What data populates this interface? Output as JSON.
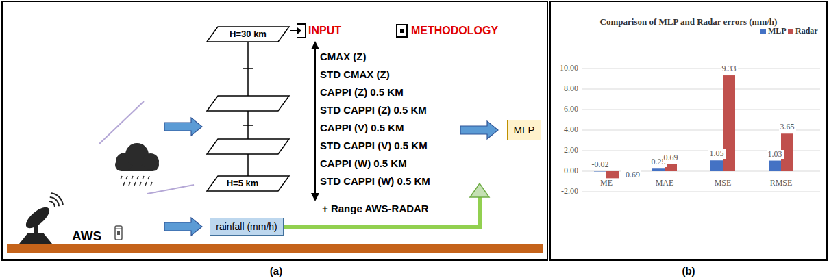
{
  "diagram": {
    "nodes": [
      {
        "text": [
          "rainfall (mm/h)"
        ]
      },
      {
        "text": [
          "MLP"
        ]
      }
    ],
    "labels": [
      "INPUT",
      "METHODOLOGY",
      "H=30 km",
      "H=5 km",
      "CMAX (Z)",
      "STD CMAX (Z)",
      "CAPPI (Z) 0.5 KM",
      "STD CAPPI (Z) 0.5 KM",
      "CAPPI (V) 0.5 KM",
      "STD CAPPI (V) 0.5 KM",
      "CAPPI (W) 0.5 KM",
      "STD CAPPI (W) 0.5 KM",
      "+ Range AWS-RADAR",
      "AWS",
      "(a)",
      "Comparison of MLP and Radar errors (mm/h)",
      "10.00",
      "8.00",
      "6.00",
      "4.00",
      "2.00",
      "0.00",
      "-2.00",
      "ME",
      "MAE",
      "MSE",
      "RMSE",
      "-0.02",
      "-0.69",
      "0.25",
      "0.69",
      "1.05",
      "9.33",
      "1.03",
      "3.65",
      "(b)"
    ],
    "legend": [
      {
        "text": "MLP",
        "color": "#4472c4"
      },
      {
        "text": "Radar",
        "color": "#c0504d"
      }
    ]
  }
}
